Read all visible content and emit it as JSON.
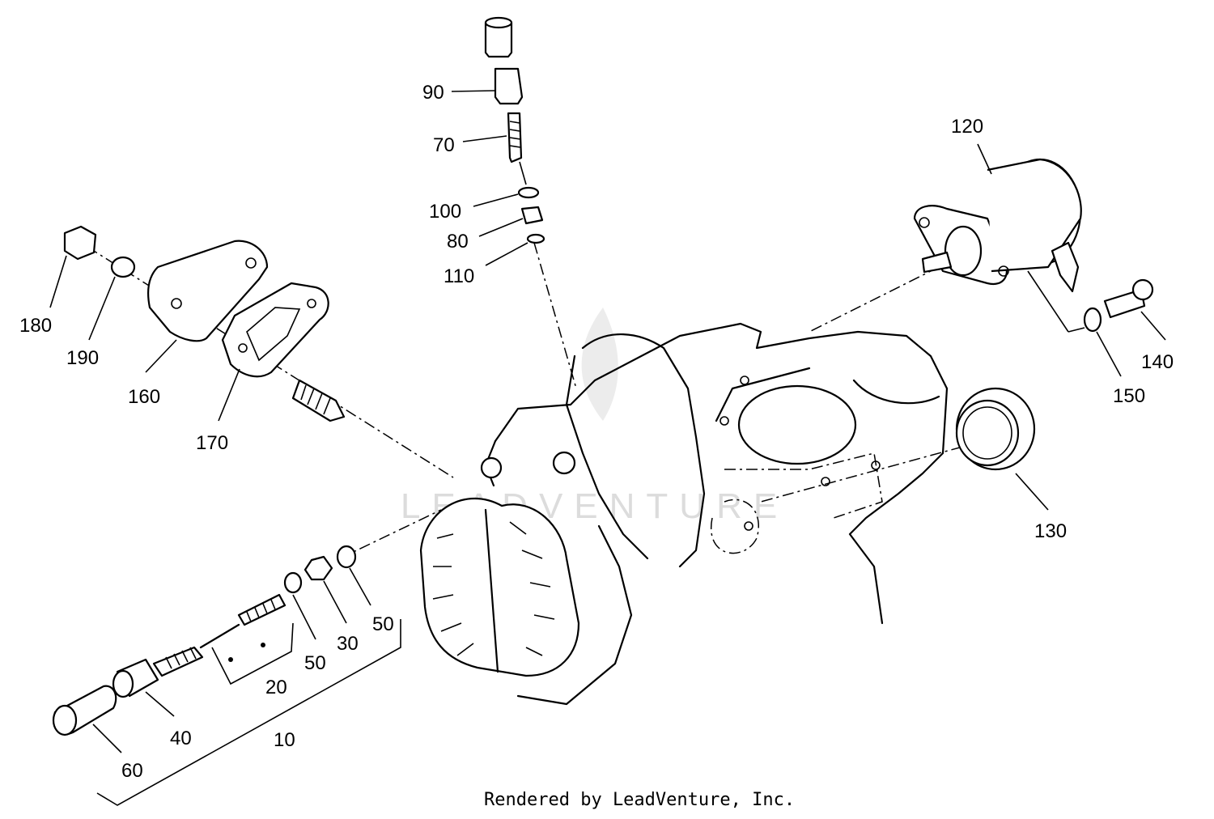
{
  "diagram": {
    "callouts": [
      {
        "id": "c90",
        "text": "90"
      },
      {
        "id": "c70",
        "text": "70"
      },
      {
        "id": "c100",
        "text": "100"
      },
      {
        "id": "c80",
        "text": "80"
      },
      {
        "id": "c110",
        "text": "110"
      },
      {
        "id": "c120",
        "text": "120"
      },
      {
        "id": "c140",
        "text": "140"
      },
      {
        "id": "c150",
        "text": "150"
      },
      {
        "id": "c130",
        "text": "130"
      },
      {
        "id": "c180",
        "text": "180"
      },
      {
        "id": "c190",
        "text": "190"
      },
      {
        "id": "c160",
        "text": "160"
      },
      {
        "id": "c170",
        "text": "170"
      },
      {
        "id": "c50a",
        "text": "50"
      },
      {
        "id": "c50b",
        "text": "50"
      },
      {
        "id": "c30",
        "text": "30"
      },
      {
        "id": "c20",
        "text": "20"
      },
      {
        "id": "c40",
        "text": "40"
      },
      {
        "id": "c10",
        "text": "10"
      },
      {
        "id": "c60",
        "text": "60"
      }
    ],
    "credit": "Rendered by LeadVenture, Inc.",
    "watermark": "LEADVENTURE"
  }
}
